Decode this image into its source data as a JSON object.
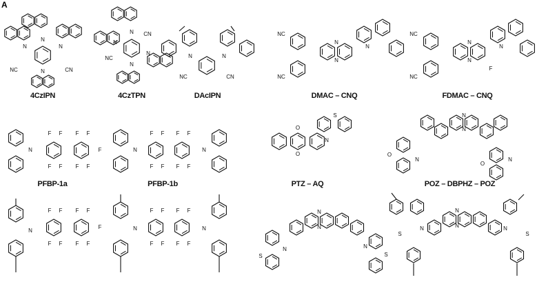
{
  "panel_label": "A",
  "compounds": [
    {
      "name": "4CzIPN"
    },
    {
      "name": "4CzTPN"
    },
    {
      "name": "DAcIPN"
    },
    {
      "name": "DMAC – CNQ"
    },
    {
      "name": "FDMAC – CNQ"
    },
    {
      "name": "PFBP-1a"
    },
    {
      "name": "PFBP-1b"
    },
    {
      "name": "PTZ – AQ"
    },
    {
      "name": "POZ – DBPHZ – POZ"
    }
  ],
  "atoms": {
    "N": "N",
    "F": "F",
    "CN": "CN",
    "NC": "NC",
    "O": "O",
    "S": "S"
  }
}
